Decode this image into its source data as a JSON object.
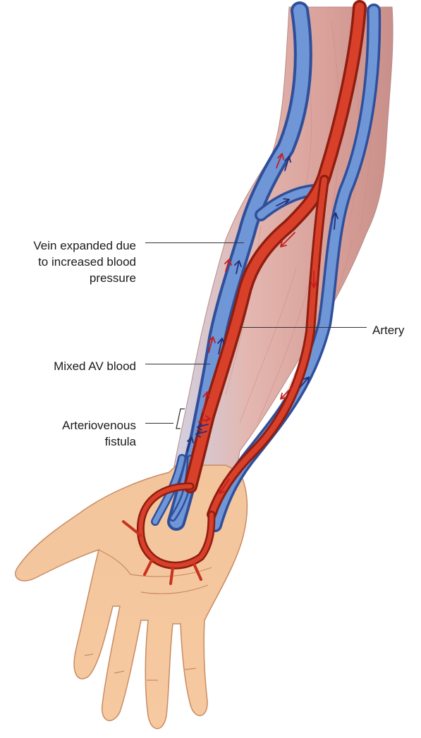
{
  "labels": {
    "vein_line1": "Vein expanded due",
    "vein_line2": "to increased blood",
    "vein_line3": "pressure",
    "artery": "Artery",
    "mixed": "Mixed AV blood",
    "fistula_line1": "Arteriovenous",
    "fistula_line2": "fistula"
  },
  "colors": {
    "vein": "#4a78c8",
    "vein_dark": "#2f4f9a",
    "artery": "#c8321e",
    "artery_dark": "#8f1d10",
    "skin": "#f5c49a",
    "skin_outline": "#c98b62",
    "muscle": "#d9a6a0",
    "arrow_red": "#c41e1e",
    "arrow_blue": "#232f7a"
  }
}
